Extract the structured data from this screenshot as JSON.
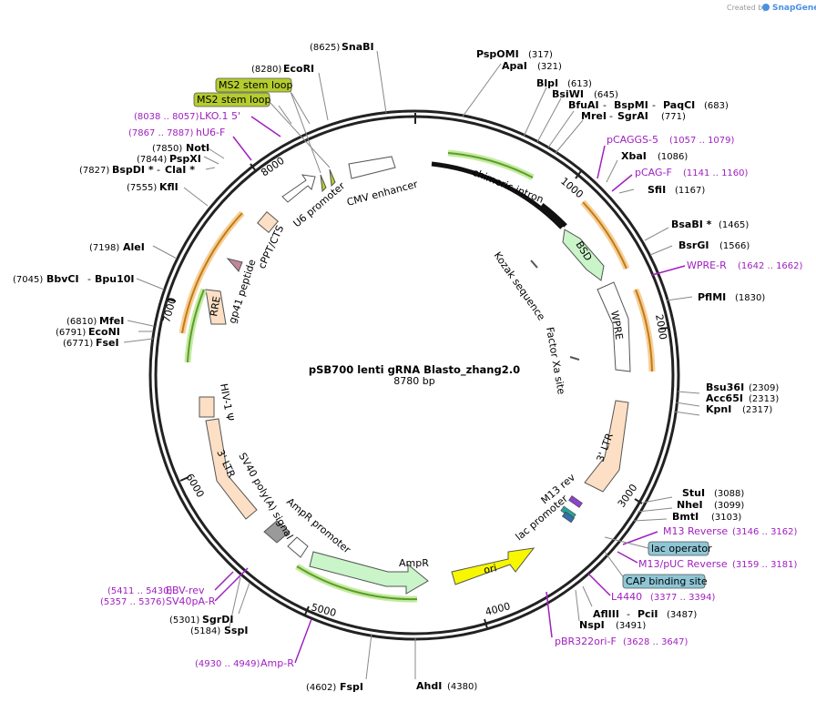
{
  "credit": {
    "prefix": "Created by",
    "brand": "SnapGene"
  },
  "plasmid": {
    "name": "pSB700 lenti gRNA Blasto_zhang2.0",
    "length": "8780 bp"
  },
  "ticks": [
    "1000",
    "2000",
    "3000",
    "4000",
    "5000",
    "6000",
    "7000",
    "8000"
  ],
  "enzymes_top": [
    {
      "pos": "(8625)",
      "name": "SnaBI"
    },
    {
      "pos": "(8280)",
      "name": "EcoRI"
    },
    {
      "name": "PspOMI",
      "pos": "(317)"
    },
    {
      "name": "ApaI",
      "pos": "(321)"
    },
    {
      "name": "BlpI",
      "pos": "(613)"
    },
    {
      "name": "BsiWI",
      "pos": "(645)"
    },
    {
      "name": "BfuAI",
      "sep": "-",
      "name2": "BspMI",
      "sep2": "-",
      "name3": "PaqCI",
      "pos": "(683)"
    },
    {
      "name": "MreI",
      "sep": "-",
      "name2": "SgrAI",
      "pos": "(771)"
    }
  ],
  "enzymes_right": [
    {
      "name": "XbaI",
      "pos": "(1086)"
    },
    {
      "name": "SfiI",
      "pos": "(1167)"
    },
    {
      "name": "BsaBI *",
      "pos": "(1465)"
    },
    {
      "name": "BsrGI",
      "pos": "(1566)"
    },
    {
      "name": "PflMI",
      "pos": "(1830)"
    },
    {
      "name": "Bsu36I",
      "pos": "(2309)"
    },
    {
      "name": "Acc65I",
      "pos": "(2313)"
    },
    {
      "name": "KpnI",
      "pos": "(2317)"
    },
    {
      "name": "StuI",
      "pos": "(3088)"
    },
    {
      "name": "NheI",
      "pos": "(3099)"
    },
    {
      "name": "BmtI",
      "pos": "(3103)"
    },
    {
      "name": "AflIII",
      "sep": "-",
      "name2": "PciI",
      "pos": "(3487)"
    },
    {
      "name": "NspI",
      "pos": "(3491)"
    },
    {
      "name": "AhdI",
      "pos": "(4380)"
    }
  ],
  "enzymes_left": [
    {
      "pos": "(7850)",
      "name": "NotI"
    },
    {
      "pos": "(7844)",
      "name": "PspXI"
    },
    {
      "pos": "(7827)",
      "name": "BspDI *",
      "sep": "-",
      "name2": "ClaI *"
    },
    {
      "pos": "(7555)",
      "name": "KflI"
    },
    {
      "pos": "(7198)",
      "name": "AleI"
    },
    {
      "pos": "(7045)",
      "name": "BbvCI",
      "sep": "-",
      "name2": "Bpu10I"
    },
    {
      "pos": "(6810)",
      "name": "MfeI"
    },
    {
      "pos": "(6791)",
      "name": "EcoNI"
    },
    {
      "pos": "(6771)",
      "name": "FseI"
    },
    {
      "pos": "(5301)",
      "name": "SgrDI"
    },
    {
      "pos": "(5184)",
      "name": "SspI"
    },
    {
      "pos": "(4602)",
      "name": "FspI"
    }
  ],
  "primers": [
    {
      "pos": "(8038 .. 8057)",
      "name": "LKO.1 5'"
    },
    {
      "pos": "(7867 .. 7887)",
      "name": "hU6-F"
    },
    {
      "name": "pCAGGS-5",
      "pos": "(1057 .. 1079)"
    },
    {
      "name": "pCAG-F",
      "pos": "(1141 .. 1160)"
    },
    {
      "name": "WPRE-R",
      "pos": "(1642 .. 1662)"
    },
    {
      "name": "M13 Reverse",
      "pos": "(3146 .. 3162)"
    },
    {
      "name": "M13/pUC Reverse",
      "pos": "(3159 .. 3181)"
    },
    {
      "name": "L4440",
      "pos": "(3377 .. 3394)"
    },
    {
      "name": "pBR322ori-F",
      "pos": "(3628 .. 3647)"
    },
    {
      "pos": "(5411 .. 5430)",
      "name": "EBV-rev"
    },
    {
      "pos": "(5357 .. 5376)",
      "name": "SV40pA-R"
    },
    {
      "pos": "(4930 .. 4949)",
      "name": "Amp-R"
    }
  ],
  "boxed_labels": [
    "MS2 stem loop",
    "MS2 stem loop",
    "lac operator",
    "CAP binding site"
  ],
  "features": {
    "chimeric_intron": "chimeric intron",
    "bsd": "BSD",
    "kozak": "Kozak sequence",
    "wpre": "WPRE",
    "factor_xa": "Factor Xa site",
    "ltr3_right": "3' LTR",
    "m13_rev": "M13 rev",
    "lac_promoter": "lac promoter",
    "ori": "ori",
    "ampr": "AmpR",
    "ampr_promoter": "AmpR promoter",
    "sv40": "SV40 poly(A) signal",
    "ltr3_left": "3' LTR",
    "hiv_psi": "HIV-1 Ψ",
    "rre": "RRE",
    "gp41": "gp41 peptide",
    "cppt": "cPPT/CTS",
    "u6": "U6 promoter",
    "cmv": "CMV enhancer"
  },
  "colors": {
    "backbone": "#222222",
    "enzyme_line": "#888888",
    "primer": "#a020c0",
    "ms2_fill": "#b5cc2e",
    "boxed_blue": "#8ec6d6",
    "ltr_fill": "#fcdfc4",
    "bsd_fill": "#c9f5c9",
    "ori_fill": "#f7f700",
    "primer_track": "#e8a33c",
    "green_track": "#6fbe3b"
  }
}
